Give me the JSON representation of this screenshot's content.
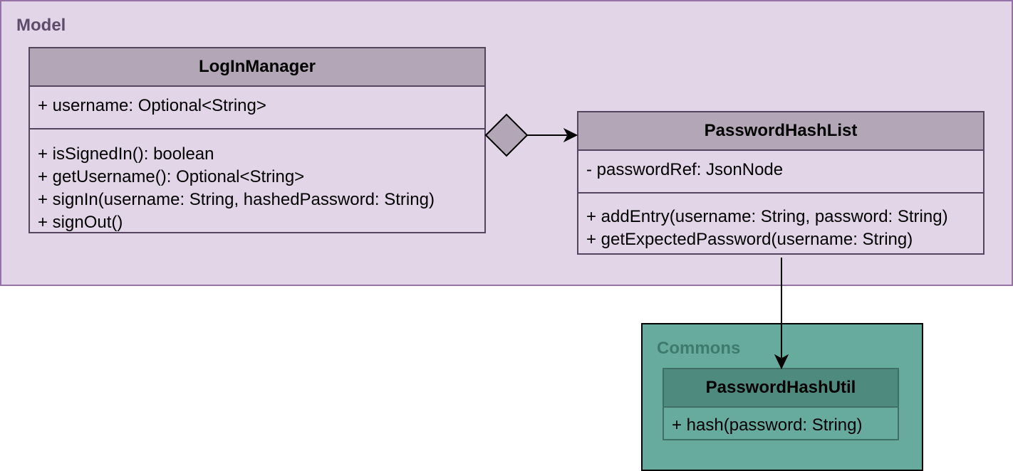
{
  "packages": {
    "model": {
      "label": "Model",
      "fill": "#e1d5e7",
      "stroke": "#9673a6"
    },
    "commons": {
      "label": "Commons",
      "fill": "#67ab9f",
      "stroke": "#000000"
    }
  },
  "classes": {
    "login_manager": {
      "name": "LogInManager",
      "attributes": [
        "+ username: Optional<String>"
      ],
      "operations": [
        "+ isSignedIn(): boolean",
        "+ getUsername(): Optional<String>",
        "+ signIn(username: String, hashedPassword: String)",
        "+ signOut()"
      ]
    },
    "password_hash_list": {
      "name": "PasswordHashList",
      "attributes": [
        "- passwordRef: JsonNode"
      ],
      "operations": [
        "+ addEntry(username: String, password: String)",
        "+ getExpectedPassword(username: String)"
      ]
    },
    "password_hash_util": {
      "name": "PasswordHashUtil",
      "operations": [
        "+ hash(password: String)"
      ]
    }
  },
  "relations": [
    {
      "from": "LogInManager",
      "to": "PasswordHashList",
      "kind": "composition"
    },
    {
      "from": "PasswordHashList",
      "to": "PasswordHashUtil",
      "kind": "association"
    }
  ]
}
